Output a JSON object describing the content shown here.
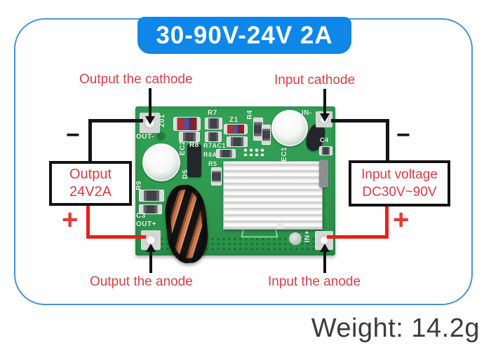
{
  "banner": {
    "title": "30-90V-24V 2A"
  },
  "callouts": {
    "output_cathode": "Output the cathode",
    "input_cathode": "Input cathode",
    "output_anode": "Output the anode",
    "input_anode": "Input the anode"
  },
  "output_box": {
    "line1": "Output",
    "line2": "24V2A"
  },
  "input_box": {
    "line1": "Input voltage",
    "line2": "DC30V~90V"
  },
  "polarity": {
    "minus": "−",
    "plus": "+"
  },
  "pcb": {
    "silkscreen": {
      "out_neg": "OUT-",
      "in_neg": "IN-",
      "out_pos": "OUT+",
      "in_pos": "IN+",
      "z01": "Z01",
      "r7": "R7",
      "z1": "Z1",
      "r4": "R4",
      "r8": "R8",
      "ec2": "EC2",
      "r7ac1": "R7AC1",
      "r8a": "R8A",
      "r5": "R5",
      "d5": "D5",
      "ec1": "EC1",
      "c4": "C4",
      "r9": "R9",
      "c3": "C3"
    }
  },
  "footer": {
    "weight": "Weight: 14.2g"
  },
  "colors": {
    "banner_blue": "#0e87e9",
    "card_border": "#4a93d6",
    "label_red": "#d6404a",
    "wire_red": "#e8201d",
    "wire_black": "#151515",
    "pcb_green": "#2f9b50",
    "heatsink_gray": "#dcdcdc",
    "copper": "#cd7d50",
    "weight_text": "#3c3c3c"
  }
}
